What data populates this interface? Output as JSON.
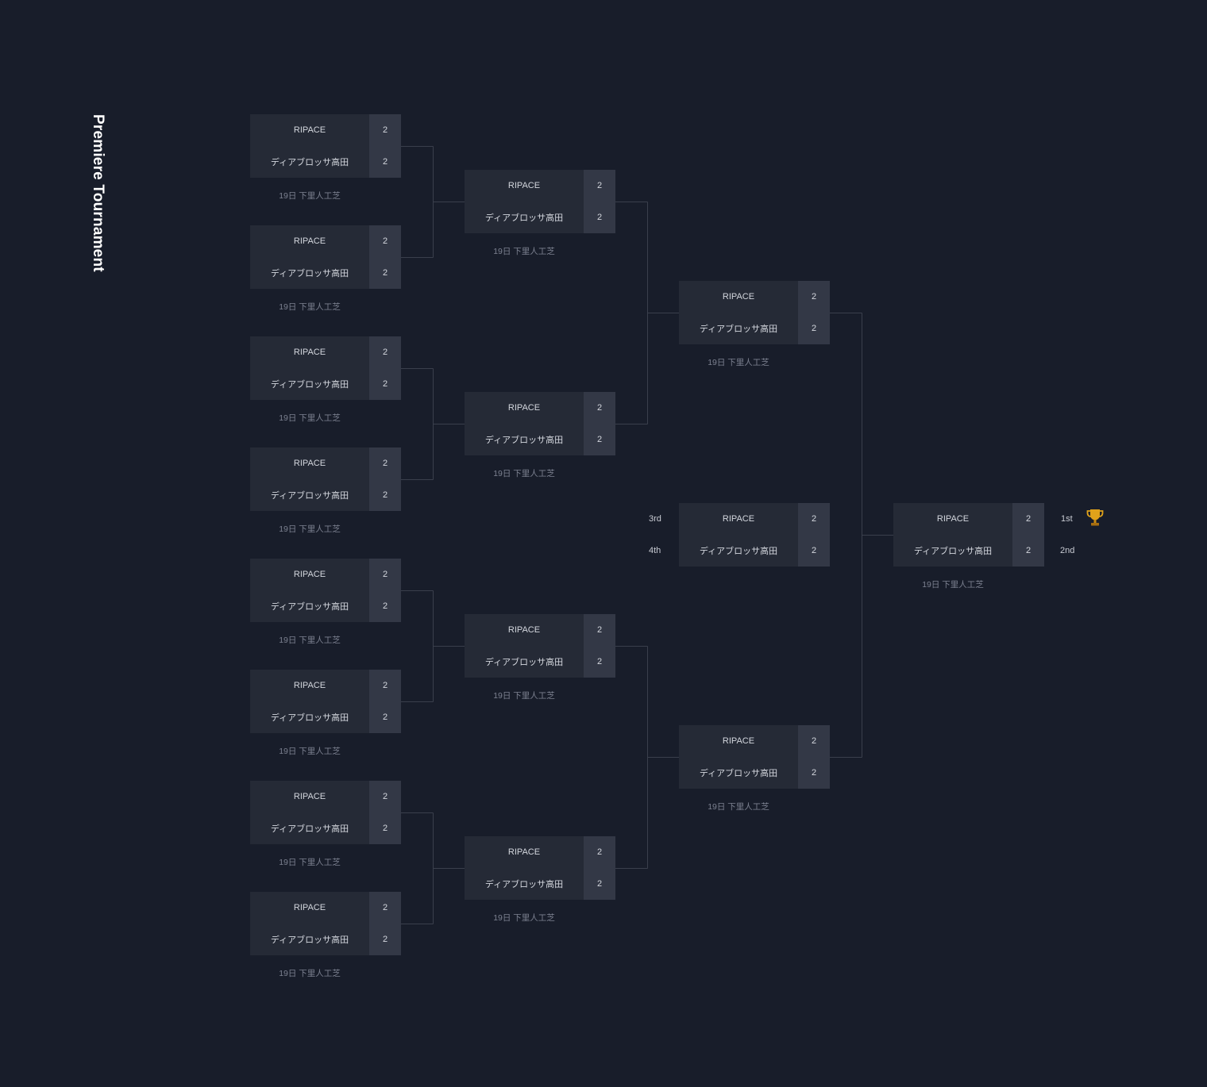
{
  "title": "Premiere Tournament",
  "colors": {
    "background": "#181d2a",
    "team_cell": "#252a36",
    "score_cell": "#333846",
    "connector": "#3a3f4c",
    "trophy": "#e0a21a"
  },
  "rounds": [
    {
      "name": "round-1",
      "matches": [
        {
          "team1": "RIPACE",
          "score1": "2",
          "team2": "ディアブロッサ高田",
          "score2": "2",
          "info": "19日 下里人工芝"
        },
        {
          "team1": "RIPACE",
          "score1": "2",
          "team2": "ディアブロッサ高田",
          "score2": "2",
          "info": "19日 下里人工芝"
        },
        {
          "team1": "RIPACE",
          "score1": "2",
          "team2": "ディアブロッサ高田",
          "score2": "2",
          "info": "19日 下里人工芝"
        },
        {
          "team1": "RIPACE",
          "score1": "2",
          "team2": "ディアブロッサ高田",
          "score2": "2",
          "info": "19日 下里人工芝"
        },
        {
          "team1": "RIPACE",
          "score1": "2",
          "team2": "ディアブロッサ高田",
          "score2": "2",
          "info": "19日 下里人工芝"
        },
        {
          "team1": "RIPACE",
          "score1": "2",
          "team2": "ディアブロッサ高田",
          "score2": "2",
          "info": "19日 下里人工芝"
        },
        {
          "team1": "RIPACE",
          "score1": "2",
          "team2": "ディアブロッサ高田",
          "score2": "2",
          "info": "19日 下里人工芝"
        },
        {
          "team1": "RIPACE",
          "score1": "2",
          "team2": "ディアブロッサ高田",
          "score2": "2",
          "info": "19日 下里人工芝"
        }
      ]
    },
    {
      "name": "round-2",
      "matches": [
        {
          "team1": "RIPACE",
          "score1": "2",
          "team2": "ディアブロッサ高田",
          "score2": "2",
          "info": "19日 下里人工芝"
        },
        {
          "team1": "RIPACE",
          "score1": "2",
          "team2": "ディアブロッサ高田",
          "score2": "2",
          "info": "19日 下里人工芝"
        },
        {
          "team1": "RIPACE",
          "score1": "2",
          "team2": "ディアブロッサ高田",
          "score2": "2",
          "info": "19日 下里人工芝"
        },
        {
          "team1": "RIPACE",
          "score1": "2",
          "team2": "ディアブロッサ高田",
          "score2": "2",
          "info": "19日 下里人工芝"
        }
      ]
    },
    {
      "name": "semifinal",
      "matches": [
        {
          "team1": "RIPACE",
          "score1": "2",
          "team2": "ディアブロッサ高田",
          "score2": "2",
          "info": "19日 下里人工芝"
        },
        {
          "team1": "RIPACE",
          "score1": "2",
          "team2": "ディアブロッサ高田",
          "score2": "2",
          "info": "19日 下里人工芝"
        }
      ]
    }
  ],
  "third_place": {
    "team1": "RIPACE",
    "score1": "2",
    "team2": "ディアブロッサ高田",
    "score2": "2",
    "rank1": "3rd",
    "rank2": "4th"
  },
  "final": {
    "team1": "RIPACE",
    "score1": "2",
    "team2": "ディアブロッサ高田",
    "score2": "2",
    "info": "19日 下里人工芝",
    "rank1": "1st",
    "rank2": "2nd",
    "icon": "trophy-icon"
  }
}
